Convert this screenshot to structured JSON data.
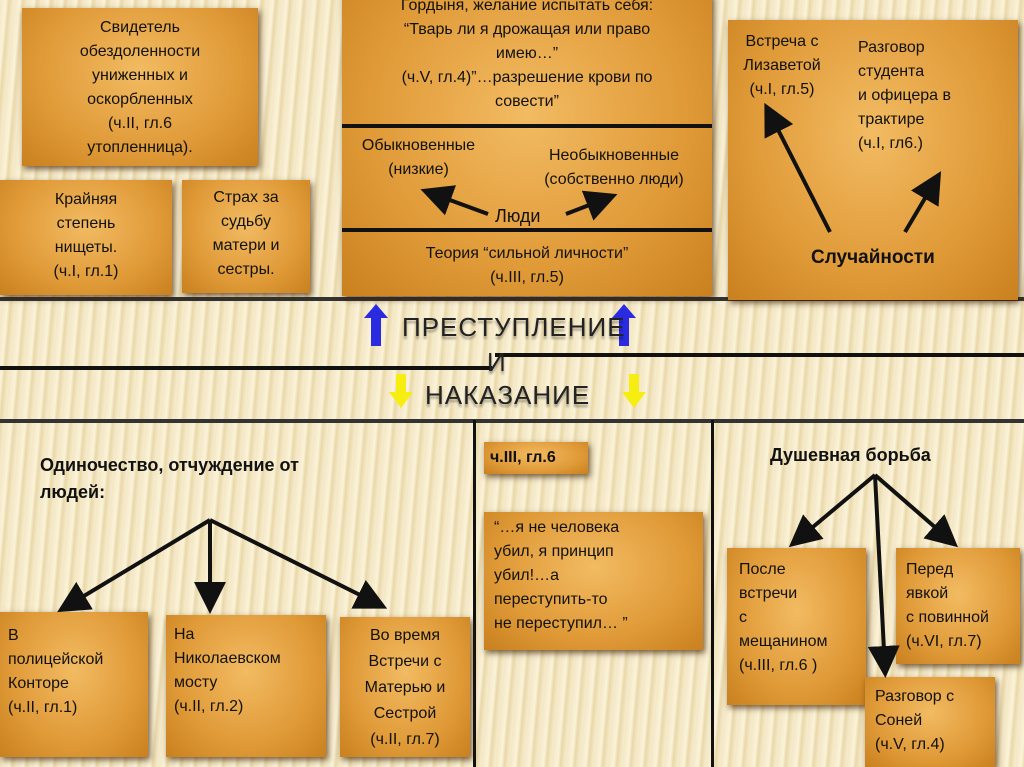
{
  "title": {
    "line1": "ПРЕСТУПЛЕНИЕ",
    "line2": "И",
    "line3": "НАКАЗАНИЕ"
  },
  "top_left": {
    "witness": [
      "Свидетель",
      "обездоленности",
      "униженных и",
      "оскорбленных",
      "(ч.II, гл.6",
      "утопленница)."
    ],
    "poverty": [
      "Крайняя",
      "степень",
      "нищеты.",
      "(ч.I, гл.1)"
    ],
    "fear": [
      "Страх за",
      "судьбу",
      "матери и",
      "сестры."
    ]
  },
  "center": {
    "pride": [
      "Гордыня, желание испытать себя:",
      "“Тварь ли я дрожащая или право",
      "имею…”",
      "(ч.V, гл.4)”…разрешение крови по",
      "совести”"
    ],
    "ordinary": [
      "Обыкновенные",
      "(низкие)"
    ],
    "extraordinary": [
      "Необыкновенные",
      "(собственно люди)"
    ],
    "people": "Люди",
    "theory": [
      "Теория “сильной личности”",
      "(ч.III, гл.5)"
    ]
  },
  "right_top": {
    "meeting": [
      "Встреча с",
      "Лизаветой",
      "(ч.I, гл.5)"
    ],
    "talk": [
      "Разговор",
      "студента",
      "и офицера в",
      "трактире",
      "(ч.I, гл6.)"
    ],
    "chance": "Случайности"
  },
  "bottom_left": {
    "heading": [
      "Одиночество, отчуждение от",
      "людей:"
    ],
    "items": [
      [
        "В",
        "полицейской",
        "Конторе",
        "(ч.II, гл.1)"
      ],
      [
        "На",
        "Николаевском",
        "мосту",
        "(ч.II, гл.2)"
      ],
      [
        "Во время",
        "Встречи с",
        "Матерью и",
        "Сестрой",
        "(ч.II, гл.7)"
      ]
    ]
  },
  "bottom_center": {
    "ref": "ч.III, гл.6",
    "quote": [
      "“…я не человека",
      "убил, я принцип",
      "убил!…а",
      "переступить-то",
      "не переступил… ”"
    ]
  },
  "bottom_right": {
    "heading": "Душевная борьба",
    "after": [
      "После",
      "встречи",
      "с",
      "мещанином",
      "(ч.III, гл.6 )"
    ],
    "before": [
      "Перед",
      "явкой",
      "с повинной",
      "(ч.VI, гл.7)"
    ],
    "sonya": [
      "Разговор с",
      "Соней",
      "(ч.V, гл.4)"
    ]
  },
  "colors": {
    "box": "#e09a38",
    "up_arrow": "#2a2ae0",
    "down_arrow": "#f5ee10"
  }
}
